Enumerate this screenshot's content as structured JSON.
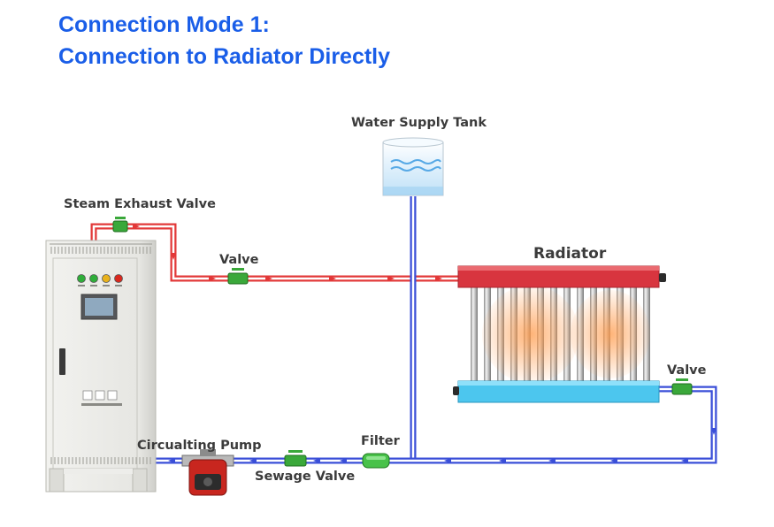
{
  "title": {
    "line1": "Connection Mode 1:",
    "line2": "Connection to Radiator Directly"
  },
  "labels": {
    "water_supply_tank": "Water Supply Tank",
    "steam_exhaust_valve": "Steam Exhaust Valve",
    "valve_supply": "Valve",
    "radiator": "Radiator",
    "valve_return": "Valve",
    "filter": "Filter",
    "circulating_pump": "Circualting Pump",
    "sewage_valve": "Sewage Valve"
  },
  "colors": {
    "title": "#1a5ee8",
    "supply_pipe": "#e23838",
    "return_pipe": "#3a4fd8",
    "valve": "#3aa83a",
    "radiator_top": "#d8353f",
    "radiator_bottom": "#4cc6ee",
    "cabinet": "#e6e6e2"
  }
}
